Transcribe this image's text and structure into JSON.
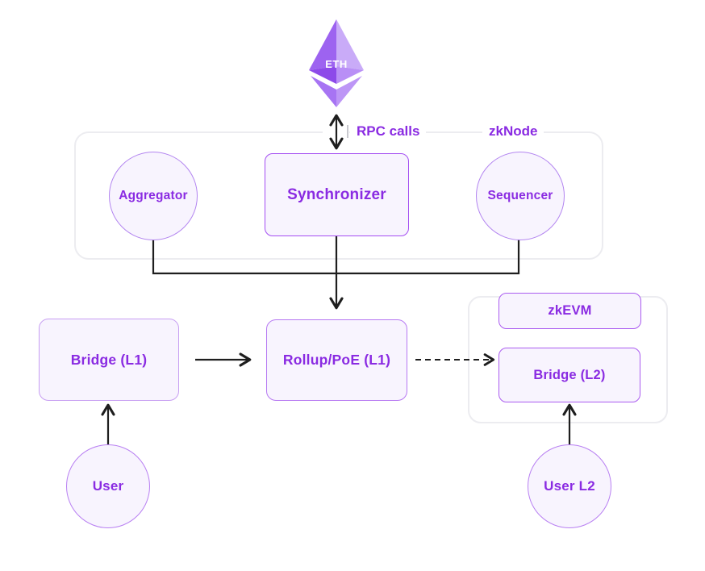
{
  "diagram": {
    "eth_label": "ETH",
    "edge_labels": {
      "rpc_calls": "RPC calls",
      "zknode": "zkNode"
    },
    "zknode_group": {
      "aggregator": "Aggregator",
      "synchronizer": "Synchronizer",
      "sequencer": "Sequencer"
    },
    "l1": {
      "bridge": "Bridge (L1)",
      "rollup": "Rollup/PoE (L1)"
    },
    "l2_group": {
      "zkevm": "zkEVM",
      "bridge": "Bridge (L2)"
    },
    "actors": {
      "user": "User",
      "user_l2": "User L2"
    },
    "colors": {
      "accent_text": "#8a2be2",
      "node_fill": "#f8f4fe",
      "node_border": "#b678f2",
      "container_border": "#ececf0",
      "wire": "#1e1e1e",
      "eth_purple_dark": "#8d4ae9",
      "eth_purple_mid": "#9d63f0",
      "eth_purple_light": "#c9abf8"
    }
  }
}
